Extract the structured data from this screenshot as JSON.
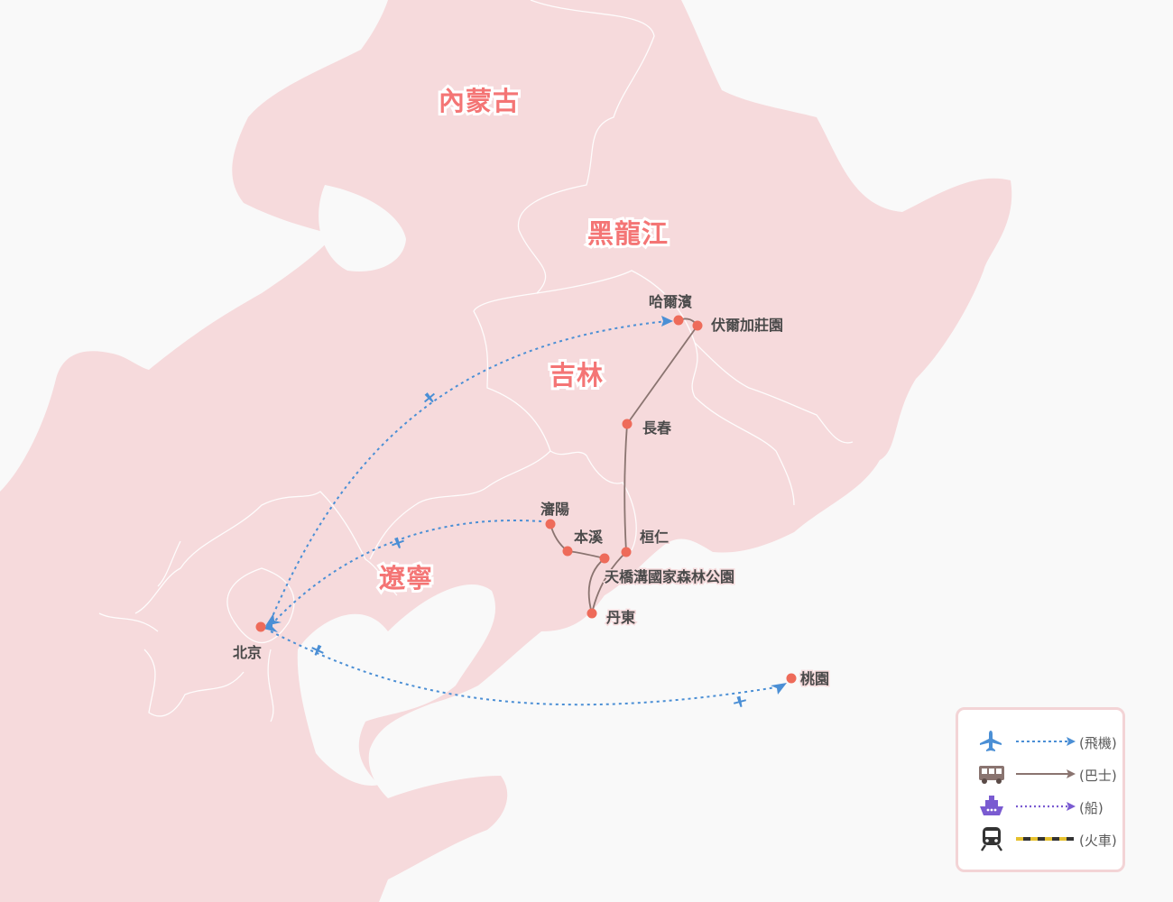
{
  "regions": {
    "inner_mongolia": "內蒙古",
    "heilongjiang": "黑龍江",
    "jilin": "吉林",
    "liaoning": "遼寧"
  },
  "cities": {
    "harbin": "哈爾濱",
    "volga_manor": "伏爾加莊園",
    "changchun": "長春",
    "shenyang": "瀋陽",
    "benxi": "本溪",
    "huanren": "桓仁",
    "tianqiaogou": "天橋溝國家森林公園",
    "dandong": "丹東",
    "beijing": "北京",
    "taoyuan": "桃園"
  },
  "legend": {
    "items": [
      {
        "icon": "airplane-icon",
        "label": "(飛機)",
        "color": "#4b8fd5"
      },
      {
        "icon": "bus-icon",
        "label": "(巴士)",
        "color": "#8a7470"
      },
      {
        "icon": "ship-icon",
        "label": "(船)",
        "color": "#7a5bd1"
      },
      {
        "icon": "train-icon",
        "label": "(火車)",
        "color": "#e6c12e"
      }
    ]
  },
  "colors": {
    "land": "#f6dadc",
    "sea": "#f9f9f9",
    "city_dot": "#ee6b5a",
    "region_label": "#f47575",
    "flight": "#4b8fd5",
    "bus": "#8a7470",
    "ship": "#7a5bd1",
    "train": "#e6c12e"
  }
}
